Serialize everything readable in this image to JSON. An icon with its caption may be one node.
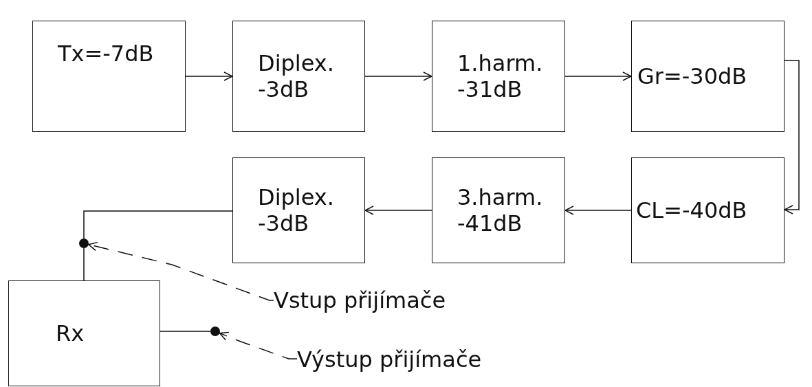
{
  "diagram": {
    "nodes": [
      {
        "text": [
          "Tx=-7dB"
        ]
      },
      {
        "text": [
          "Diplex. -3dB"
        ]
      },
      {
        "text": [
          "1.harm. -31dB"
        ]
      },
      {
        "text": [
          "Gr=-30dB"
        ]
      },
      {
        "text": [
          "CL=-40dB"
        ]
      },
      {
        "text": [
          "3.harm. -41dB"
        ]
      },
      {
        "text": [
          "Diplex. -3dB"
        ]
      },
      {
        "text": [
          "Rx"
        ]
      },
      {
        "text": [],
        "shape": "circle"
      },
      {
        "text": [
          "Vstup přijímače"
        ]
      },
      {
        "text": [],
        "shape": "circle"
      },
      {
        "text": [
          "Výstup přijímače"
        ]
      }
    ],
    "edges": [
      {
        "from": 0,
        "to": 1,
        "arrow": "to"
      },
      {
        "from": 1,
        "to": 2,
        "arrow": "to"
      },
      {
        "from": 2,
        "to": 3,
        "arrow": "to"
      },
      {
        "from": 3,
        "to": 4,
        "arrow": "to"
      },
      {
        "from": 4,
        "to": 5,
        "arrow": "to"
      },
      {
        "from": 5,
        "to": 6,
        "arrow": "to"
      },
      {
        "from": 6,
        "to": 8,
        "arrow": "none"
      },
      {
        "from": 8,
        "to": 7,
        "arrow": "none"
      },
      {
        "from": 7,
        "to": 10,
        "arrow": "none"
      },
      {
        "from": 9,
        "to": 8,
        "arrow": "to",
        "style": "dashed"
      },
      {
        "from": 11,
        "to": 10,
        "arrow": "to",
        "style": "dashed"
      }
    ]
  }
}
